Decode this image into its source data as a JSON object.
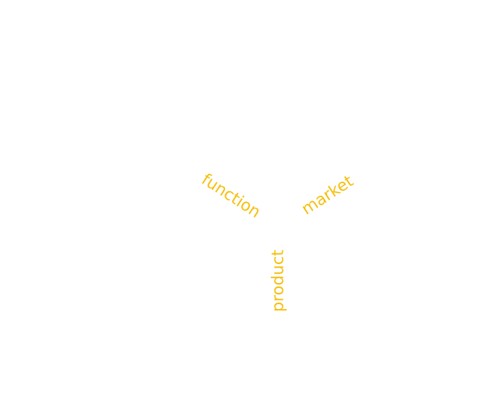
{
  "diagram": {
    "accent_color": "#f5c010",
    "words": [
      {
        "id": "function",
        "text": "function"
      },
      {
        "id": "market",
        "text": "market"
      },
      {
        "id": "product",
        "text": "product"
      }
    ]
  }
}
